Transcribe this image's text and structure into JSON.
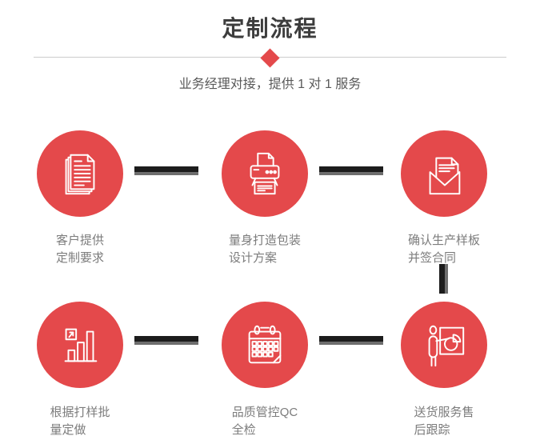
{
  "header": {
    "title": "定制流程",
    "subtitle": "业务经理对接，提供 1 对 1 服务"
  },
  "colors": {
    "accent_red": "#e4494b",
    "connector_black": "#1c1c1c",
    "connector_gray": "#6e6e6e",
    "caption_gray": "#7c7c7c"
  },
  "steps": [
    {
      "icon": "documents-icon",
      "label_line1": "客户提供",
      "label_line2": "定制要求"
    },
    {
      "icon": "printer-icon",
      "label_line1": "量身打造包装",
      "label_line2": "设计方案"
    },
    {
      "icon": "envelope-icon",
      "label_line1": "确认生产样板",
      "label_line2": "并签合同"
    },
    {
      "icon": "bar-chart-icon",
      "label_line1": "根据打样批",
      "label_line2": "量定做"
    },
    {
      "icon": "calendar-icon",
      "label_line1": "品质管控QC",
      "label_line2": "全检"
    },
    {
      "icon": "presentation-icon",
      "label_line1": "送货服务售",
      "label_line2": "后跟踪"
    }
  ]
}
